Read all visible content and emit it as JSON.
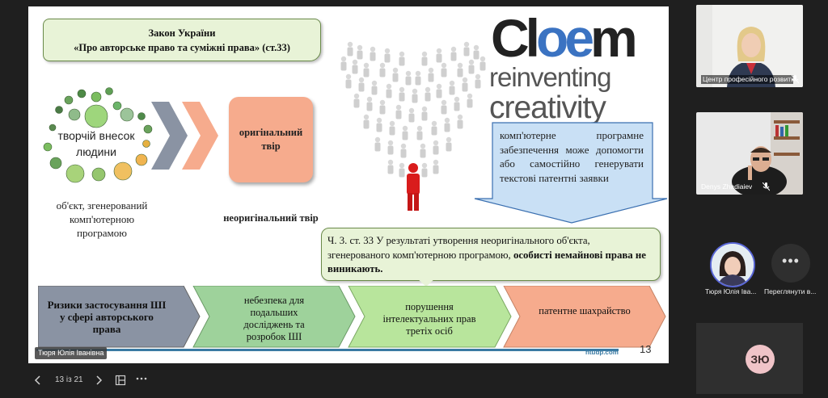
{
  "slide": {
    "law_line1": "Закон України",
    "law_line2": "«Про авторське право та суміжні права» (ст.33)",
    "human_text": "творчій внесок людини",
    "original_work": "оригінальний твір",
    "object_text": "об'єкт, згенерований комп'ютерною програмою",
    "non_original": "неоригінальний твір",
    "logo_main_part1": "Cl",
    "logo_main_part2": "oe",
    "logo_main_part3": "m",
    "logo_line2": "reinventing",
    "logo_line3": "creativity",
    "blue_callout": "комп'ютерне програмне забезпечення може допомогти або самостійно генерувати текстові патентні заявки",
    "green_callout_plain": "Ч. 3. ст. 33 У результаті утворення неоригінального об'єкта, згенерованого комп'ютерною програмою, ",
    "green_callout_bold": "особисті немайнові права не виникають.",
    "chevrons": [
      {
        "label": "Ризики застосування ШІ у сфері авторського права",
        "color": "#8a93a3"
      },
      {
        "label": "небезпека для подальших досліджень та розробок ШІ",
        "color": "#9ed29b"
      },
      {
        "label": "порушення інтелектуальних прав третіх осіб",
        "color": "#b8e59c"
      },
      {
        "label": "патентне шахрайство",
        "color": "#f6ab8d"
      }
    ],
    "footer_url": "ntudp.com",
    "page_number": "13",
    "speaker_tag": "Тюря Юлія Іванівна"
  },
  "participants": [
    {
      "name": "Центр професійного розвитку ...",
      "mic": "muted"
    },
    {
      "name": "Denys Zhadiaiev",
      "mic": "muted"
    }
  ],
  "people": [
    {
      "name": "Тюря Юлія Іва..."
    },
    {
      "name": "Переглянути в..."
    }
  ],
  "self": {
    "initials": "ЗЮ"
  },
  "bottom_bar": {
    "page_indicator": "13 із 21",
    "prev_icon": "chevron-left-icon",
    "next_icon": "chevron-right-icon",
    "view_icon": "slides-view-icon",
    "more_icon": "more-dots-icon"
  },
  "colors": {
    "law_box_bg": "#e8f3d7",
    "original_box": "#f6ab8d",
    "blue_callout": "#c9e0f5",
    "logo_blue": "#3b73c2",
    "footer_blue": "#3a7aa3",
    "avatar_ring": "#5865d6",
    "self_avatar": "#f0c4c8"
  }
}
